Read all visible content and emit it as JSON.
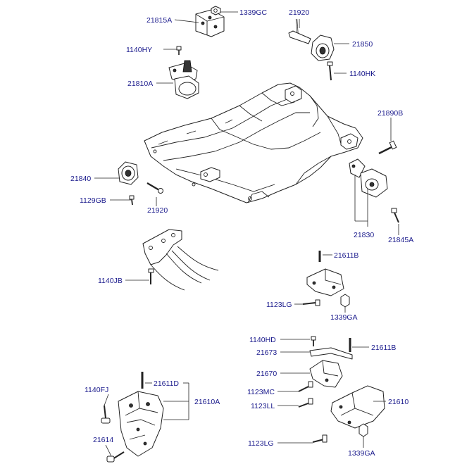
{
  "diagram": {
    "callouts": [
      {
        "id": "21815A",
        "text": "21815A"
      },
      {
        "id": "1339GC",
        "text": "1339GC"
      },
      {
        "id": "21920_top",
        "text": "21920"
      },
      {
        "id": "21850",
        "text": "21850"
      },
      {
        "id": "1140HY",
        "text": "1140HY"
      },
      {
        "id": "1140HK",
        "text": "1140HK"
      },
      {
        "id": "21810A",
        "text": "21810A"
      },
      {
        "id": "21890B",
        "text": "21890B"
      },
      {
        "id": "21840",
        "text": "21840"
      },
      {
        "id": "1129GB",
        "text": "1129GB"
      },
      {
        "id": "21920_left",
        "text": "21920"
      },
      {
        "id": "21830",
        "text": "21830"
      },
      {
        "id": "21845A",
        "text": "21845A"
      },
      {
        "id": "1140JB",
        "text": "1140JB"
      },
      {
        "id": "21611B_mid",
        "text": "21611B"
      },
      {
        "id": "1123LG_mid",
        "text": "1123LG"
      },
      {
        "id": "1339GA_mid",
        "text": "1339GA"
      },
      {
        "id": "1140HD",
        "text": "1140HD"
      },
      {
        "id": "21673",
        "text": "21673"
      },
      {
        "id": "21611B_right",
        "text": "21611B"
      },
      {
        "id": "21670",
        "text": "21670"
      },
      {
        "id": "1123MC",
        "text": "1123MC"
      },
      {
        "id": "1123LL",
        "text": "1123LL"
      },
      {
        "id": "21610",
        "text": "21610"
      },
      {
        "id": "1123LG_bot",
        "text": "1123LG"
      },
      {
        "id": "1339GA_bot",
        "text": "1339GA"
      },
      {
        "id": "1140FJ",
        "text": "1140FJ"
      },
      {
        "id": "21611D",
        "text": "21611D"
      },
      {
        "id": "21610A",
        "text": "21610A"
      },
      {
        "id": "21614",
        "text": "21614"
      }
    ]
  }
}
